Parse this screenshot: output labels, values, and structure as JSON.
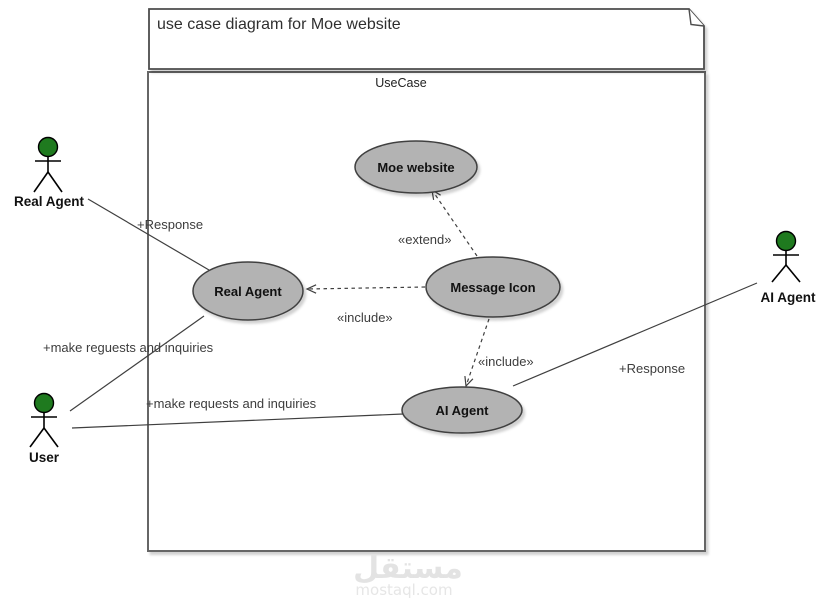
{
  "note": {
    "title": "use case diagram for Moe website"
  },
  "system_boundary": {
    "label": "UseCase"
  },
  "actors": [
    {
      "label": "Real Agent"
    },
    {
      "label": "User"
    },
    {
      "label": "AI Agent"
    }
  ],
  "use_cases": [
    {
      "label": "Moe website"
    },
    {
      "label": "Real Agent"
    },
    {
      "label": "Message Icon"
    },
    {
      "label": "AI Agent"
    }
  ],
  "edge_labels": {
    "real_agent_response": "+Response",
    "user_to_real_agent": "+make reguests and inquiries",
    "user_to_ai_agent": "+make requests and inquiries",
    "ai_agent_response": "+Response",
    "extend": "«extend»",
    "include_to_real_agent": "«include»",
    "include_to_ai_agent": "«include»"
  },
  "watermark": {
    "logo_text": "مستقل",
    "site_text": "mostaql.com"
  },
  "colors": {
    "use_case_fill": "#b3b3b3",
    "actor_head_green": "#1f7a1f",
    "border_gray": "#666666",
    "watermark_gray": "#e3e3e3"
  }
}
